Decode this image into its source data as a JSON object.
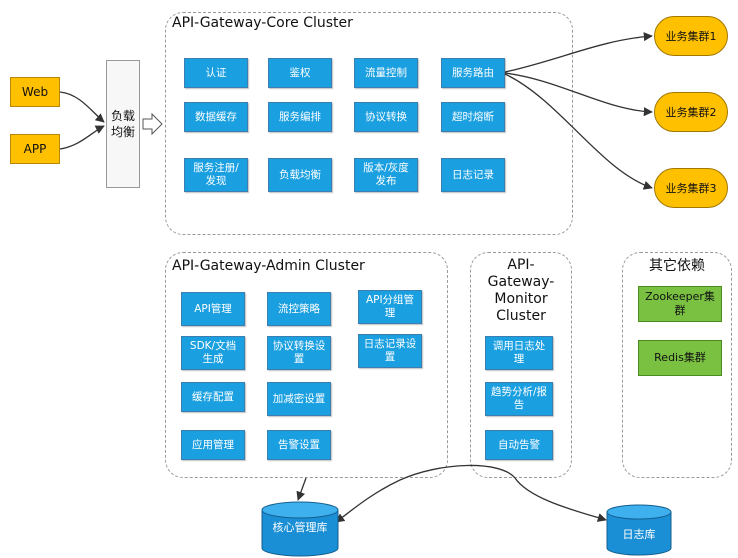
{
  "clients": {
    "web": "Web",
    "app": "APP"
  },
  "load_balancer": {
    "label": "负载均衡"
  },
  "core": {
    "title": "API-Gateway-Core Cluster",
    "modules": [
      "认证",
      "鉴权",
      "流量控制",
      "服务路由",
      "数据缓存",
      "服务编排",
      "协议转换",
      "超时熔断",
      "服务注册/发现",
      "负载均衡",
      "版本/灰度发布",
      "日志记录"
    ]
  },
  "business_clusters": [
    "业务集群1",
    "业务集群2",
    "业务集群3"
  ],
  "admin": {
    "title": "API-Gateway-Admin Cluster",
    "modules": [
      "API管理",
      "流控策略",
      "API分组管理",
      "SDK/文档生成",
      "协议转换设置",
      "日志记录设置",
      "缓存配置",
      "加减密设置",
      "应用管理",
      "告警设置"
    ]
  },
  "monitor": {
    "title": "API-Gateway-Monitor Cluster",
    "modules": [
      "调用日志处理",
      "趋势分析/报告",
      "自动告警"
    ]
  },
  "deps": {
    "title": "其它依赖",
    "items": [
      "Zookeeper集群",
      "Redis集群"
    ]
  },
  "databases": {
    "core_db": "核心管理库",
    "log_db": "日志库"
  },
  "colors": {
    "module_blue": "#1a9fe0",
    "client_orange": "#ffc000",
    "dep_green": "#7ac142",
    "db_blue": "#1b8fd6"
  }
}
